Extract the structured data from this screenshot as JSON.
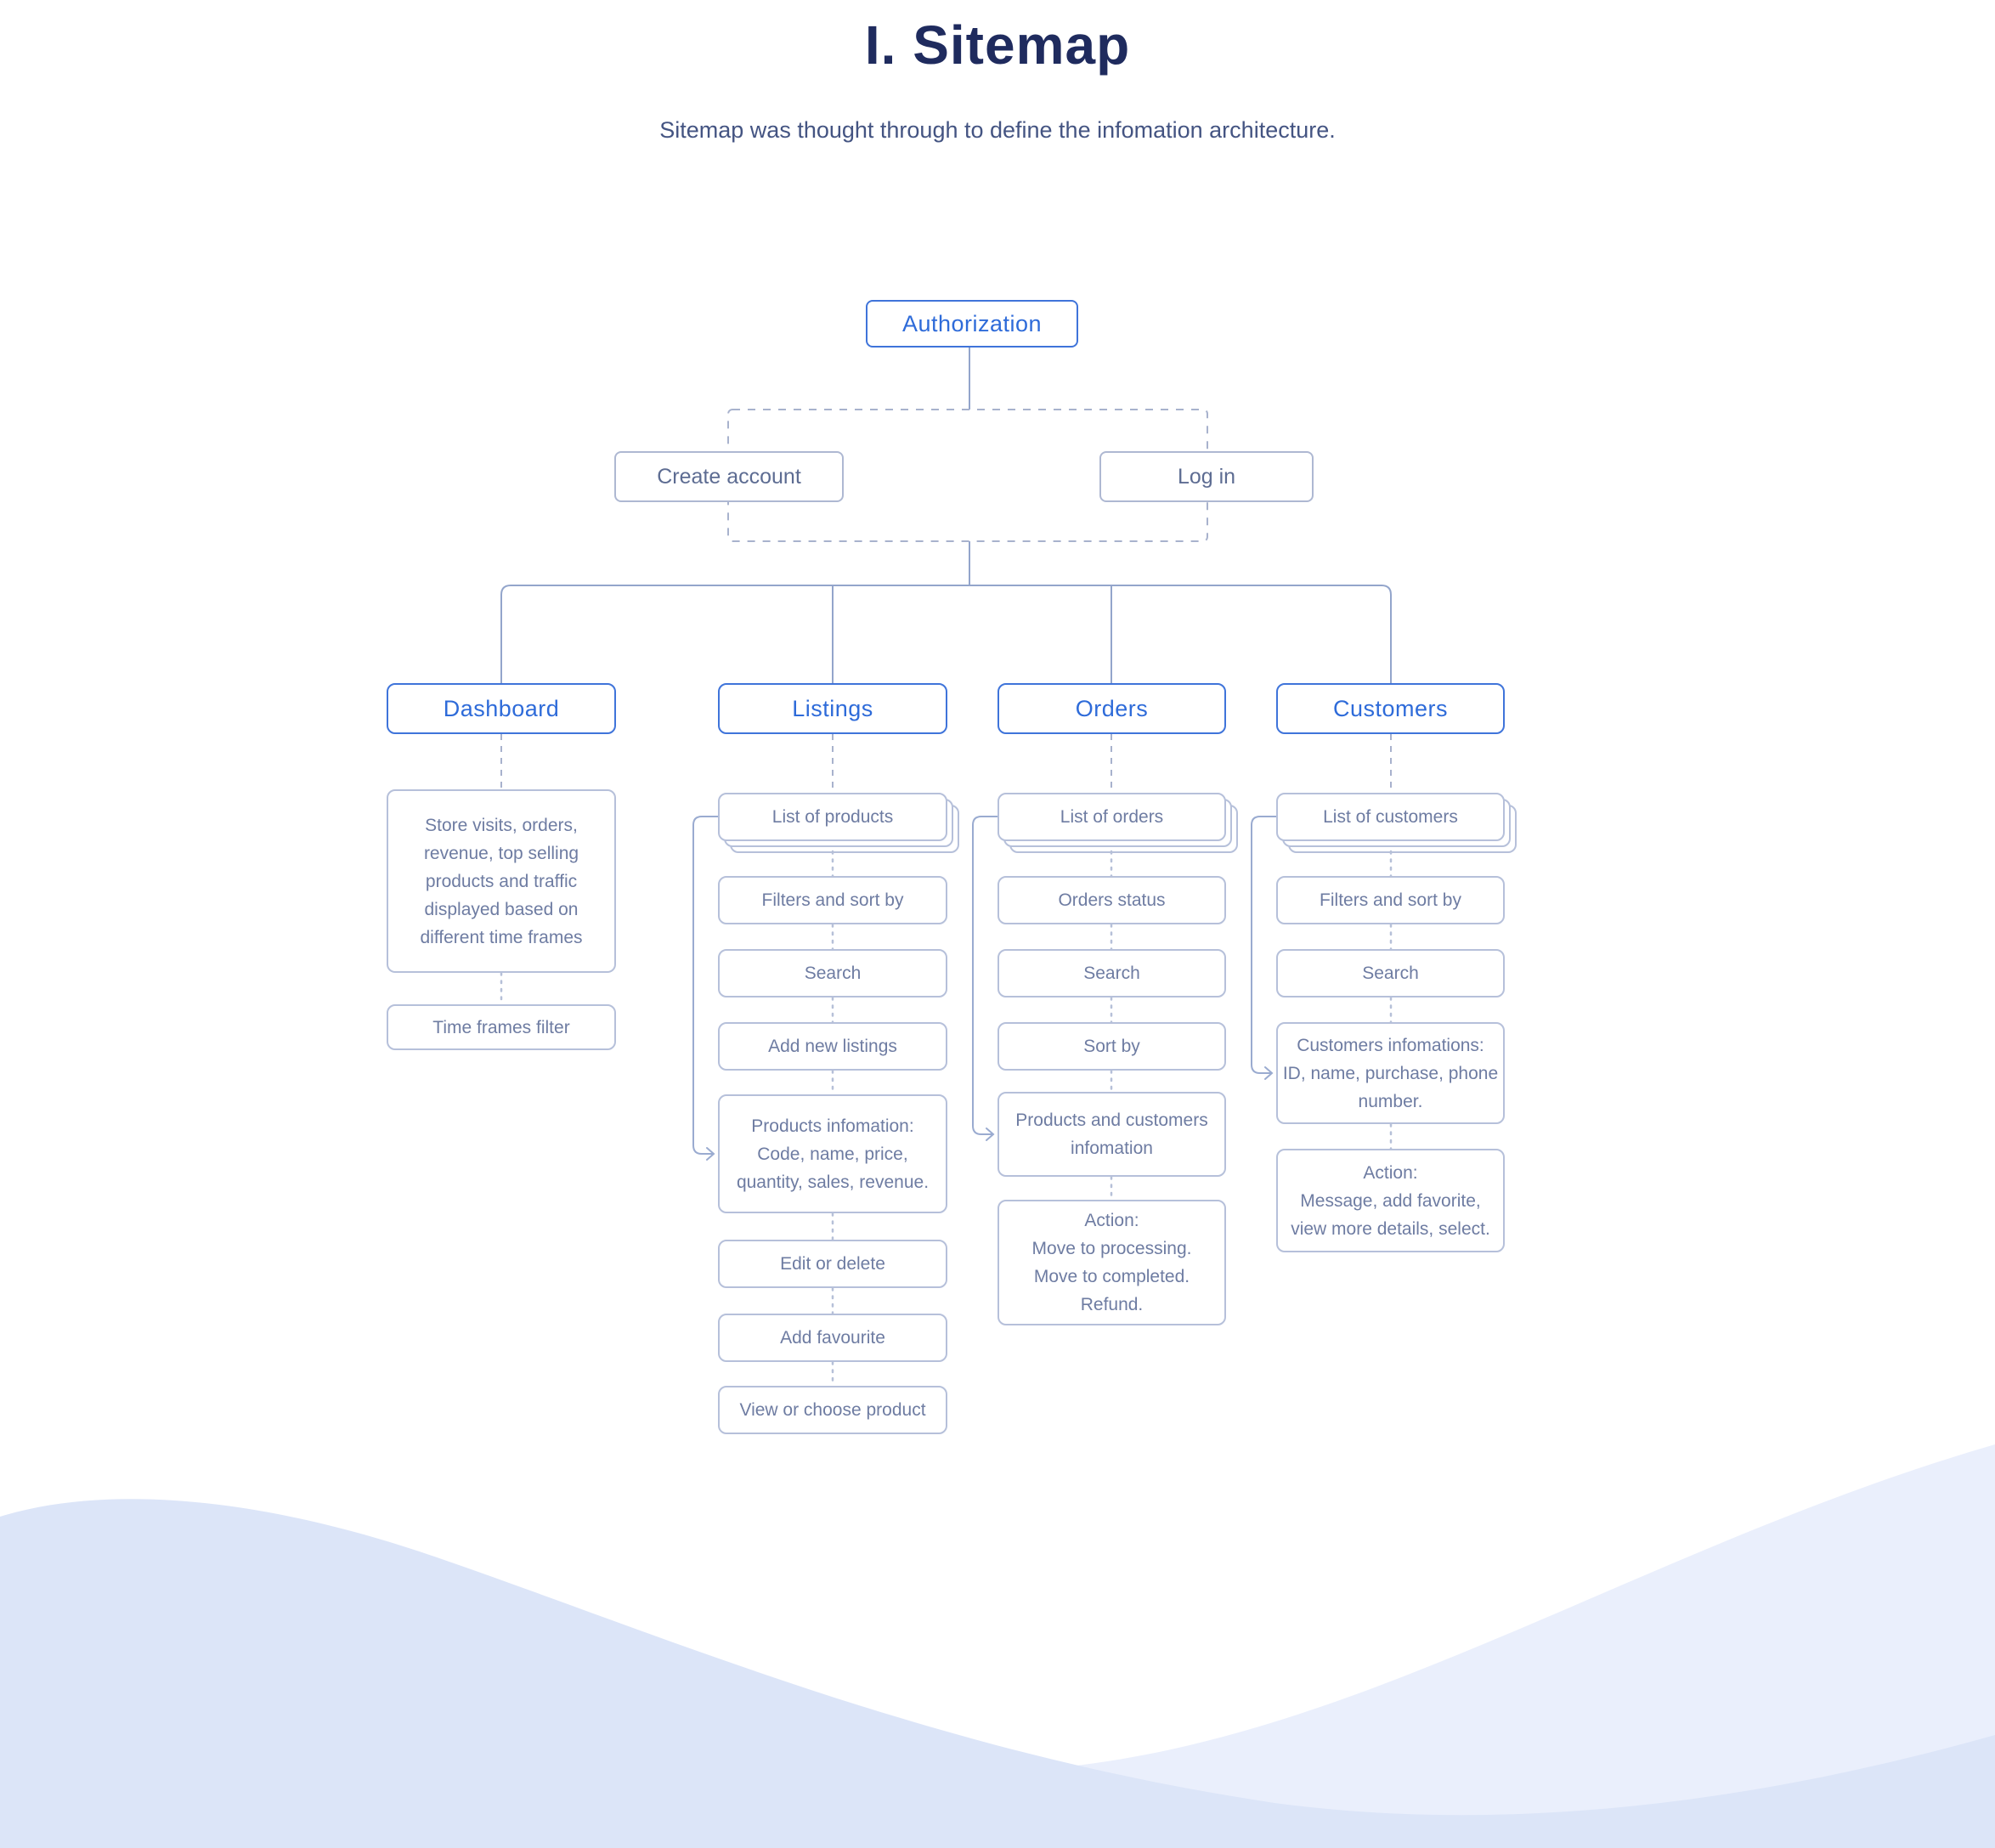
{
  "header": {
    "title": "I. Sitemap",
    "subtitle": "Sitemap was thought through to define the infomation architecture."
  },
  "diagram": {
    "root": "Authorization",
    "auth": {
      "create_account": "Create account",
      "log_in": "Log in"
    },
    "dashboard": {
      "header": "Dashboard",
      "overview": "Store visits, orders,\nrevenue, top selling\nproducts and traffic\ndisplayed based on\ndifferent time frames",
      "time_frames": "Time frames filter"
    },
    "listings": {
      "header": "Listings",
      "list": "List of products",
      "filters": "Filters and sort by",
      "search": "Search",
      "add_new": "Add new listings",
      "info": "Products infomation:\nCode, name, price,\nquantity, sales, revenue.",
      "edit": "Edit or delete",
      "favourite": "Add favourite",
      "view": "View or choose product"
    },
    "orders": {
      "header": "Orders",
      "list": "List of orders",
      "status": "Orders status",
      "search": "Search",
      "sort": "Sort by",
      "info": "Products and customers\ninfomation",
      "action": "Action:\nMove to processing.\nMove to completed.\nRefund."
    },
    "customers": {
      "header": "Customers",
      "list": "List of customers",
      "filters": "Filters and sort by",
      "search": "Search",
      "info": "Customers infomations:\nID, name, purchase, phone\nnumber.",
      "action": "Action:\nMessage, add favorite,\nview more details, select."
    }
  },
  "colors": {
    "accent_blue": "#2e6bd9",
    "node_border_blue": "#3f74da",
    "node_text_gray": "#6e7ca2",
    "node_border_gray": "#b6c0da",
    "title_navy": "#1f2b5e",
    "subtitle_color": "#445482",
    "connector": "#93a5cb",
    "wave_light": "#eaeffc",
    "wave_dark": "#dce5f8"
  }
}
